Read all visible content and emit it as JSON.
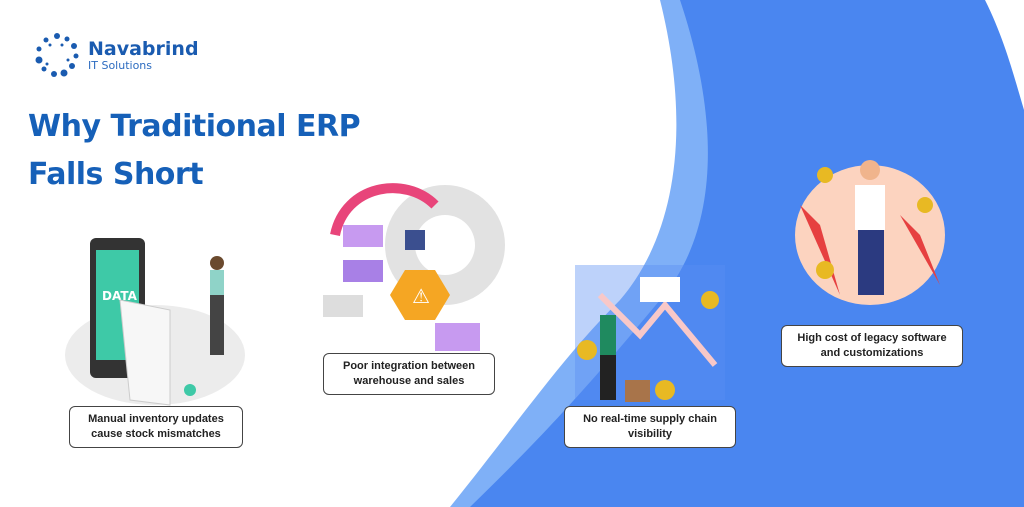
{
  "brand": {
    "name": "Navabrind",
    "tagline": "IT Solutions"
  },
  "title": {
    "line1": "Why Traditional ERP",
    "line2": "Falls Short"
  },
  "points": [
    {
      "caption_l1": "Manual inventory updates",
      "caption_l2": "cause stock mismatches",
      "label": "DATA"
    },
    {
      "caption_l1": "Poor integration between",
      "caption_l2": "warehouse and sales"
    },
    {
      "caption_l1": "No real-time supply chain",
      "caption_l2": "visibility"
    },
    {
      "caption_l1": "High cost of legacy software",
      "caption_l2": "and customizations"
    }
  ],
  "colors": {
    "blue": "#4a86f0",
    "title": "#1660b8",
    "light_blue": "#7fb0f7"
  }
}
